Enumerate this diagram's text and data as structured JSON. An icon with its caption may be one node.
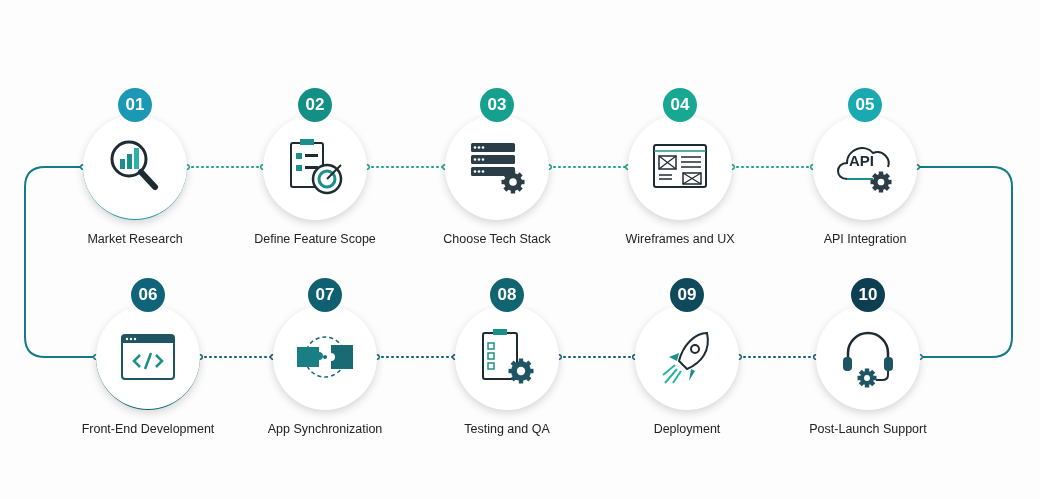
{
  "diagram": {
    "nodes": [
      {
        "text": [
          "01",
          "Market Research"
        ]
      },
      {
        "text": [
          "02",
          "Define Feature Scope"
        ]
      },
      {
        "text": [
          "03",
          "Choose Tech Stack"
        ]
      },
      {
        "text": [
          "04",
          "Wireframes and UX"
        ]
      },
      {
        "text": [
          "05",
          "API Integration"
        ]
      },
      {
        "text": [
          "06",
          "Front-End Development"
        ]
      },
      {
        "text": [
          "07",
          "App Synchronization"
        ]
      },
      {
        "text": [
          "08",
          "Testing and QA"
        ]
      },
      {
        "text": [
          "09",
          "Deployment"
        ]
      },
      {
        "text": [
          "10",
          "Post-Launch Support"
        ]
      }
    ],
    "edges": [
      {
        "from": 0,
        "to": 1,
        "arrow": "other",
        "style": "dashed"
      },
      {
        "from": 1,
        "to": 2,
        "arrow": "other",
        "style": "dashed"
      },
      {
        "from": 2,
        "to": 3,
        "arrow": "other",
        "style": "dashed"
      },
      {
        "from": 3,
        "to": 4,
        "arrow": "other",
        "style": "dashed"
      },
      {
        "from": 4,
        "to": 9,
        "arrow": "other"
      },
      {
        "from": 0,
        "to": 5,
        "arrow": "other"
      },
      {
        "from": 5,
        "to": 6,
        "arrow": "other",
        "style": "dashed"
      },
      {
        "from": 6,
        "to": 7,
        "arrow": "other",
        "style": "dashed"
      },
      {
        "from": 7,
        "to": 8,
        "arrow": "other",
        "style": "dashed"
      },
      {
        "from": 8,
        "to": 9,
        "arrow": "other",
        "style": "dashed"
      }
    ],
    "labels": [
      "API"
    ]
  }
}
